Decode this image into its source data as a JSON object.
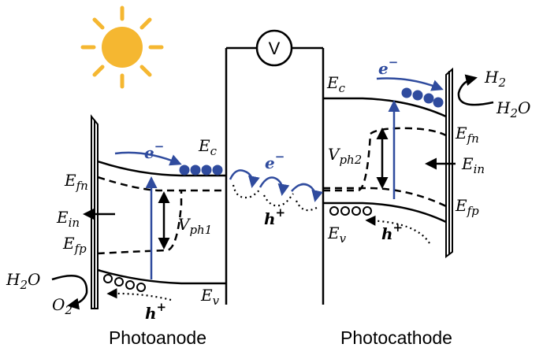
{
  "labels": {
    "voltmeter": "V",
    "photoanode": "Photoanode",
    "photocathode": "Photocathode",
    "electron": "e",
    "electron_sup": "−",
    "hole": "h",
    "hole_sup": "+",
    "E": "E",
    "sub_c": "c",
    "sub_v": "v",
    "sub_fn": "fn",
    "sub_fp": "fp",
    "sub_in": "in",
    "V": "V",
    "sub_ph1": "ph1",
    "sub_ph2": "ph2",
    "H2O": "H",
    "sub_2": "2",
    "O": "O",
    "H": "H",
    "O2": "O"
  },
  "colors": {
    "sun": "#f5b731",
    "carrier_blue": "#2f4b9e",
    "line": "#000000"
  },
  "icons": [
    "sun-icon",
    "voltmeter-icon"
  ]
}
